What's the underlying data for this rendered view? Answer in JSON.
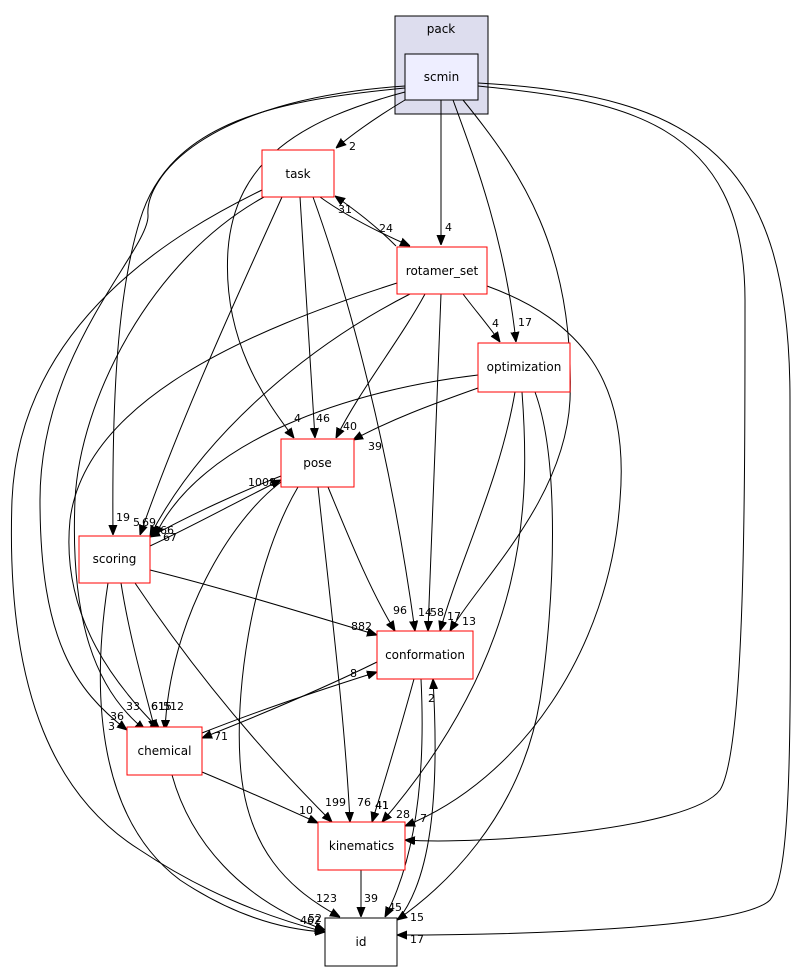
{
  "colors": {
    "cluster_fill": "#ddddee",
    "cluster_stroke": "#000000",
    "current_fill": "#eeeeff",
    "current_stroke": "#000000",
    "dir_fill": "#ffffff",
    "dir_stroke": "#ff0000",
    "leaf_stroke": "#000000",
    "edge": "#000000"
  },
  "cluster": {
    "label": "pack"
  },
  "nodes": {
    "scmin": "scmin",
    "task": "task",
    "rotamer_set": "rotamer_set",
    "optimization": "optimization",
    "pose": "pose",
    "scoring": "scoring",
    "conformation": "conformation",
    "chemical": "chemical",
    "kinematics": "kinematics",
    "id": "id"
  },
  "edges": [
    {
      "from": "scmin",
      "to": "task",
      "label": "2"
    },
    {
      "from": "scmin",
      "to": "rotamer_set",
      "label": "4"
    },
    {
      "from": "scmin",
      "to": "optimization",
      "label": "17"
    },
    {
      "from": "scmin",
      "to": "pose",
      "label": "4"
    },
    {
      "from": "scmin",
      "to": "scoring",
      "label": "19"
    },
    {
      "from": "scmin",
      "to": "conformation",
      "label": "13"
    },
    {
      "from": "scmin",
      "to": "chemical",
      "label": "36"
    },
    {
      "from": "scmin",
      "to": "kinematics",
      "label": "7"
    },
    {
      "from": "scmin",
      "to": "id",
      "label": "17"
    },
    {
      "from": "task",
      "to": "rotamer_set",
      "label": "24"
    },
    {
      "from": "rotamer_set",
      "to": "task",
      "label": "31"
    },
    {
      "from": "task",
      "to": "pose",
      "label": "46"
    },
    {
      "from": "task",
      "to": "scoring",
      "label": "5"
    },
    {
      "from": "task",
      "to": "conformation",
      "label": "14"
    },
    {
      "from": "task",
      "to": "chemical",
      "label": "33"
    },
    {
      "from": "task",
      "to": "id",
      "label": "3"
    },
    {
      "from": "rotamer_set",
      "to": "optimization",
      "label": "4"
    },
    {
      "from": "rotamer_set",
      "to": "pose",
      "label": "40"
    },
    {
      "from": "rotamer_set",
      "to": "scoring",
      "label": "69"
    },
    {
      "from": "rotamer_set",
      "to": "conformation",
      "label": "58"
    },
    {
      "from": "rotamer_set",
      "to": "chemical",
      "label": "61"
    },
    {
      "from": "rotamer_set",
      "to": "kinematics",
      "label": "28"
    },
    {
      "from": "optimization",
      "to": "pose",
      "label": "39"
    },
    {
      "from": "optimization",
      "to": "scoring",
      "label": "66"
    },
    {
      "from": "optimization",
      "to": "conformation",
      "label": "17"
    },
    {
      "from": "optimization",
      "to": "kinematics",
      "label": "41"
    },
    {
      "from": "optimization",
      "to": "id",
      "label": "15"
    },
    {
      "from": "pose",
      "to": "scoring",
      "label": "67"
    },
    {
      "from": "scoring",
      "to": "pose",
      "label": "1008"
    },
    {
      "from": "pose",
      "to": "conformation",
      "label": "96"
    },
    {
      "from": "pose",
      "to": "chemical",
      "label": "512"
    },
    {
      "from": "pose",
      "to": "kinematics",
      "label": "76"
    },
    {
      "from": "pose",
      "to": "id",
      "label": "123"
    },
    {
      "from": "scoring",
      "to": "conformation",
      "label": "882"
    },
    {
      "from": "scoring",
      "to": "chemical",
      "label": "615"
    },
    {
      "from": "scoring",
      "to": "kinematics",
      "label": "199"
    },
    {
      "from": "scoring",
      "to": "id",
      "label": "462"
    },
    {
      "from": "conformation",
      "to": "chemical",
      "label": "71"
    },
    {
      "from": "chemical",
      "to": "conformation",
      "label": "8"
    },
    {
      "from": "conformation",
      "to": "kinematics",
      "label": "41"
    },
    {
      "from": "conformation",
      "to": "id",
      "label": "45"
    },
    {
      "from": "id",
      "to": "conformation",
      "label": "2"
    },
    {
      "from": "chemical",
      "to": "kinematics",
      "label": "10"
    },
    {
      "from": "chemical",
      "to": "id",
      "label": "52"
    },
    {
      "from": "kinematics",
      "to": "id",
      "label": "39"
    }
  ]
}
